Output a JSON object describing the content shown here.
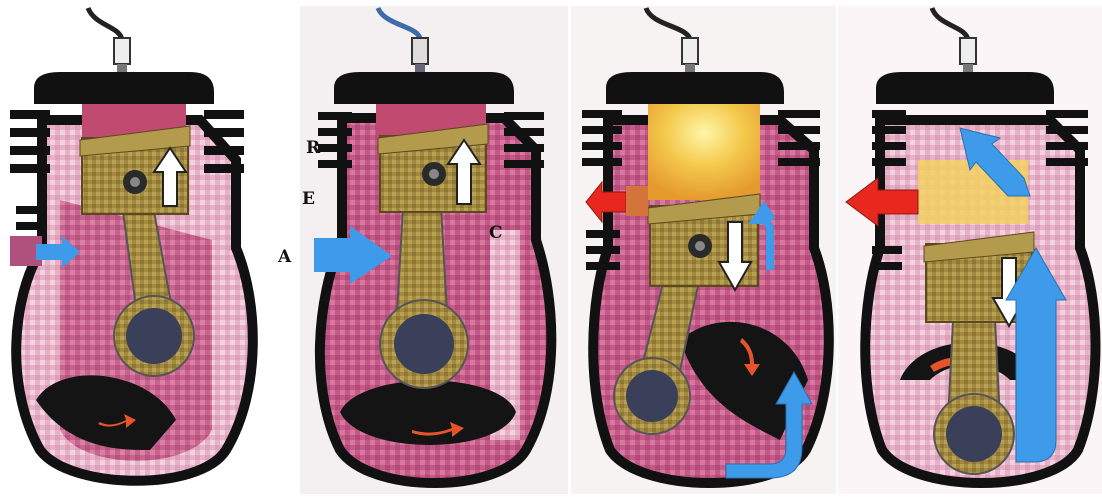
{
  "labels": {
    "r": "R",
    "e": "E",
    "a": "A",
    "c": "C"
  },
  "colors": {
    "engine_outline": "#111111",
    "crankcase_mixture": "#c8608c",
    "piston": "#a48a3e",
    "crank_disc": "#141414",
    "crank_pin": "#3a3f5a",
    "combustion": "#f2c64a",
    "intake_arrow": "#3d9be9",
    "exhaust_arrow": "#e8281e",
    "motion_arrow": "#ffffff",
    "rotation_arrow": "#e8542a"
  },
  "panels": [
    {
      "stage": 1,
      "piston_direction": "up",
      "intake_arrow": true
    },
    {
      "stage": 2,
      "piston_direction": "up",
      "intake_arrow": true,
      "spark": true
    },
    {
      "stage": 3,
      "piston_direction": "down",
      "exhaust_arrow": true,
      "transfer_arrow": true
    },
    {
      "stage": 4,
      "piston_direction": "down",
      "exhaust_arrow": true,
      "transfer_arrow": true
    }
  ]
}
